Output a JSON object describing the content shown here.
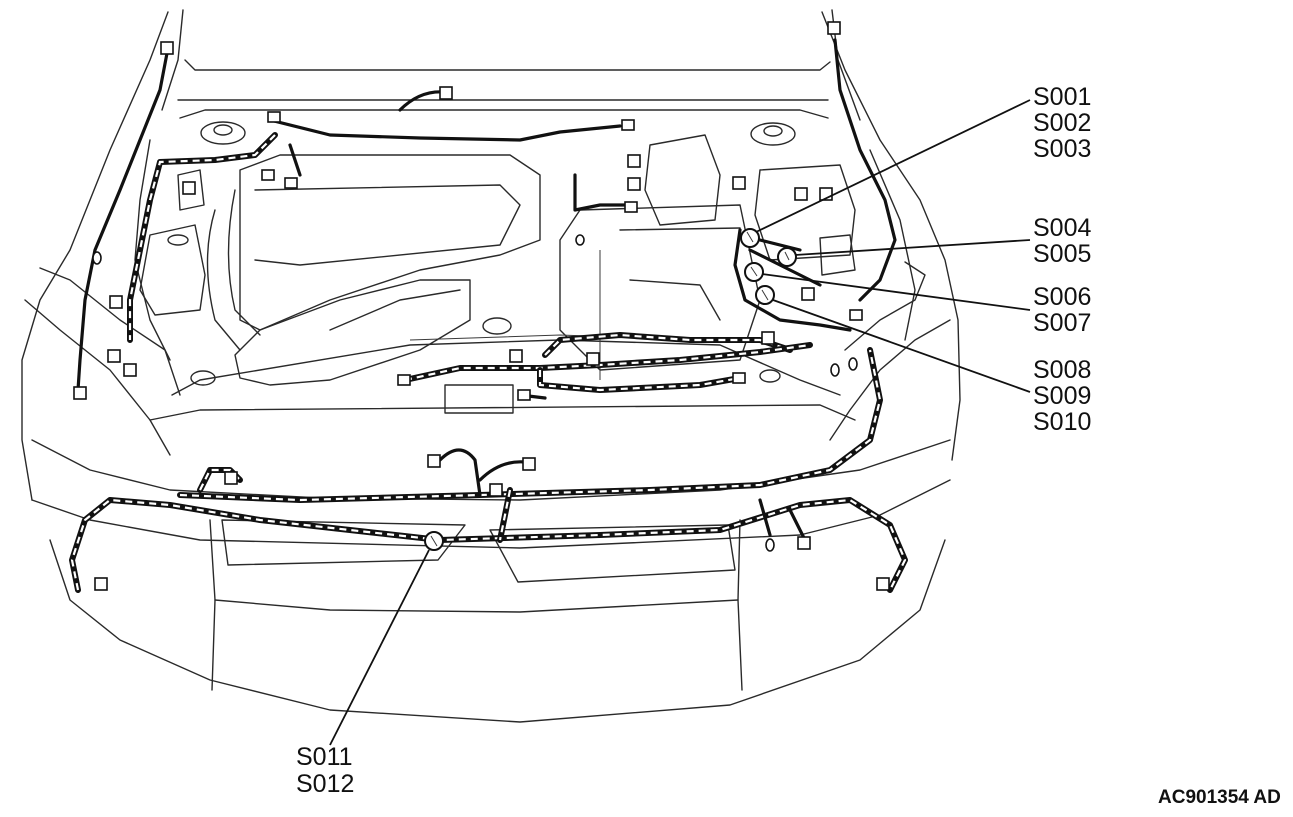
{
  "labels": {
    "s001": "S001",
    "s002": "S002",
    "s003": "S003",
    "s004": "S004",
    "s005": "S005",
    "s006": "S006",
    "s007": "S007",
    "s008": "S008",
    "s009": "S009",
    "s010": "S010",
    "s011": "S011",
    "s012": "S012"
  },
  "figure_code": "AC901354 AD"
}
